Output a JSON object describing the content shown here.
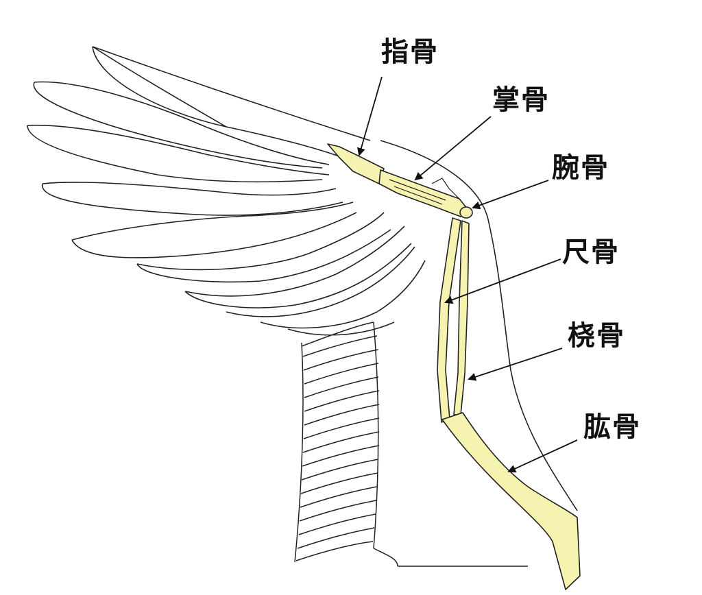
{
  "diagram": {
    "colors": {
      "bone_fill": "#f6f2b0",
      "outline": "#222222",
      "background": "#ffffff"
    },
    "labels": {
      "phalanges": "指骨",
      "metacarpal": "掌骨",
      "carpal": "腕骨",
      "ulna": "尺骨",
      "radius": "桡骨",
      "humerus": "肱骨"
    }
  }
}
